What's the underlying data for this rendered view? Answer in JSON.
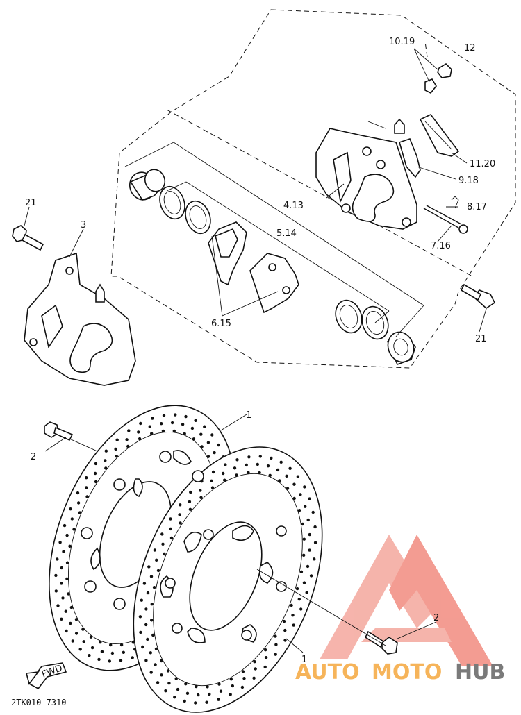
{
  "diagram": {
    "part_labels": {
      "l_10_19": "10.19",
      "l_12": "12",
      "l_11_20": "11.20",
      "l_9_18": "9.18",
      "l_4_13": "4.13",
      "l_8_17": "8.17",
      "l_5_14": "5.14",
      "l_7_16": "7.16",
      "l_21_left": "21",
      "l_3": "3",
      "l_6_15": "6.15",
      "l_21_right": "21",
      "l_1_top": "1",
      "l_2_left": "2",
      "l_2_right": "2",
      "l_1_bottom": "1"
    },
    "fwd_mark": "FWD",
    "figure_code": "2TK010-7310"
  },
  "watermark": {
    "brand_auto": "AUTO",
    "brand_moto": "MOTO",
    "brand_hub": "HUB",
    "color_primary": "#f28b7f",
    "color_accent": "#f6b45a",
    "color_gray": "#7a7a7a"
  }
}
